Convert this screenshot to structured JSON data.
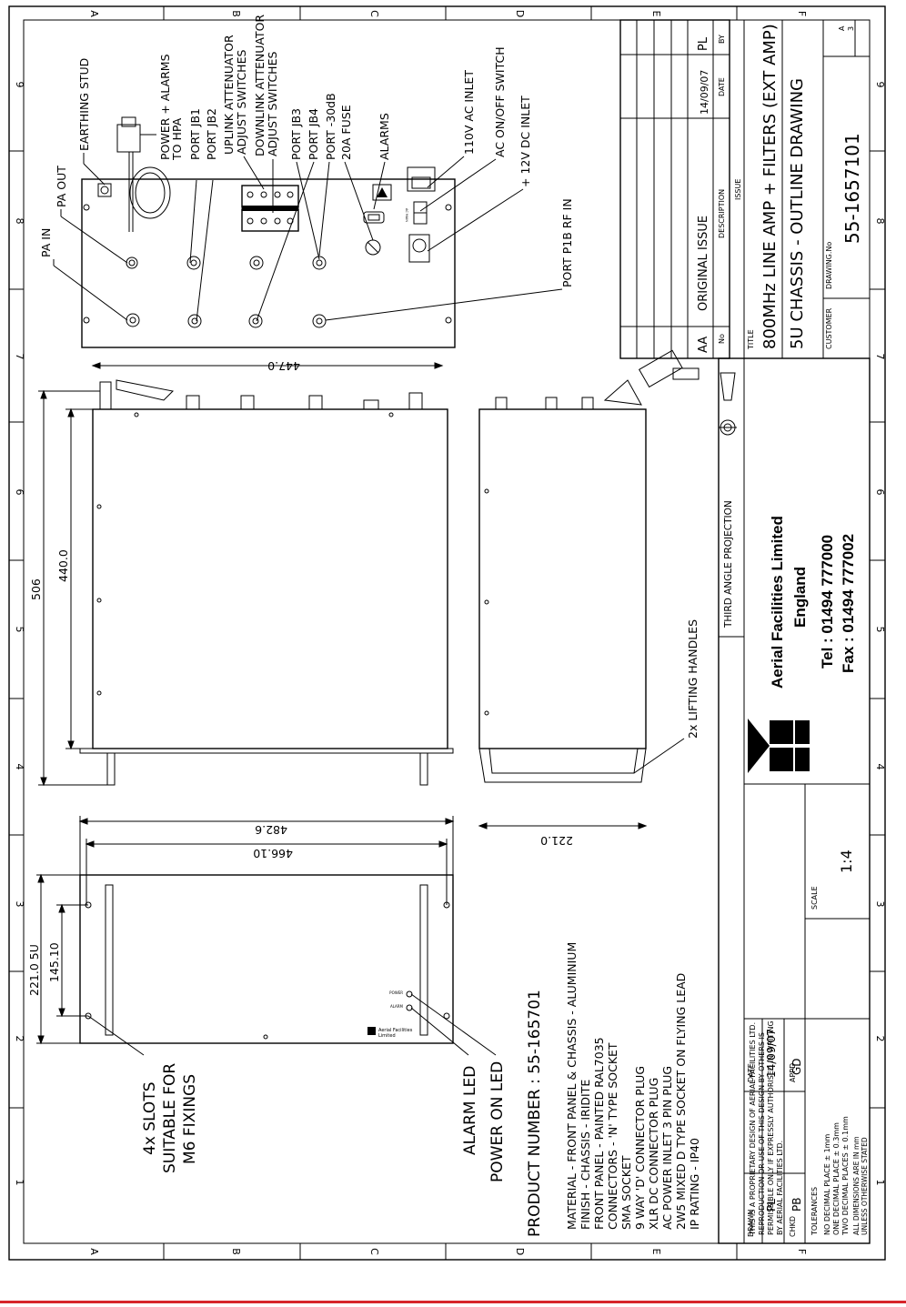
{
  "zone_letters": [
    "A",
    "B",
    "C",
    "D",
    "E",
    "F"
  ],
  "zone_numbers": [
    "1",
    "2",
    "3",
    "4",
    "5",
    "6",
    "7",
    "8",
    "9"
  ],
  "callouts_front": {
    "pa_in": "PA IN",
    "pa_out": "PA OUT",
    "earthing_stud": "EARTHING STUD",
    "power_alarms_1": "POWER + ALARMS",
    "power_alarms_2": "TO HPA",
    "port_jb1": "PORT JB1",
    "port_jb2": "PORT JB2",
    "uplink_1": "UPLINK ATTENUATOR",
    "uplink_2": "ADJUST SWITCHES",
    "downlink_1": "DOWNLINK ATTENUATOR",
    "downlink_2": "ADJUST SWITCHES",
    "port_jb3": "PORT JB3",
    "port_jb4": "PORT JB4",
    "port_30db": "PORT -30dB",
    "fuse": "20A FUSE",
    "alarms": "ALARMS",
    "ac_inlet": "110V AC INLET",
    "ac_switch": "AC ON/OFF SWITCH",
    "dc_inlet": "+ 12V DC INLET",
    "port_p1b": "PORT P1B RF IN"
  },
  "dimensions": {
    "d447": "447.0",
    "d506": "506",
    "d440": "440.0",
    "d482": "482.6",
    "d466": "466.10",
    "d221_5u": "221.0 5U",
    "d145": "145.10",
    "d221": "221.0"
  },
  "notes": {
    "lifting_handles": "2x LIFTING HANDLES",
    "slots_1": "4x SLOTS",
    "slots_2": "SUITABLE FOR",
    "slots_3": "M6 FIXINGS",
    "alarm_led": "ALARM LED",
    "power_led": "POWER ON LED",
    "product_number": "PRODUCT NUMBER : 55-165701",
    "spec_lines": [
      "MATERIAL - FRONT PANEL & CHASSIS - ALUMINIUM",
      "FINISH - CHASSIS - IRIDITE",
      "FRONT PANEL - PAINTED RAL7035",
      "CONNECTORS - 'N' TYPE SOCKET",
      "SMA SOCKET",
      "9 WAY 'D' CONNECTOR PLUG",
      "XLR DC CONNECTOR PLUG",
      "AC POWER INLET 3 PIN PLUG",
      "2W5 MIXED D TYPE SOCKET ON FLYING LEAD",
      "IP RATING - IP40"
    ]
  },
  "panel_small_labels": {
    "earth": "",
    "alarm_led": "ALARM",
    "power_led": "POWER",
    "brand_1": "Aerial Facilities",
    "brand_2": "Limited"
  },
  "revisions": {
    "row_issue": "AA",
    "row_description": "ORIGINAL ISSUE",
    "row_date": "14/09/07",
    "row_by": "PL",
    "head_no": "No",
    "head_description": "DESCRIPTION",
    "head_date": "DATE",
    "head_by": "BY",
    "head_issue": "ISSUE"
  },
  "title_block": {
    "projection": "THIRD ANGLE PROJECTION",
    "company": "Aerial Facilities Limited",
    "country": "England",
    "tel": "Tel : 01494 777000",
    "fax": "Fax : 01494 777002",
    "title_label": "TITLE",
    "title_1": "800MHz LINE AMP + FILTERS (EXT AMP)",
    "title_2": "5U CHASSIS - OUTLINE DRAWING",
    "customer_label": "CUSTOMER",
    "drawing_no_label": "DRAWING.No",
    "drawing_no": "55-1657101",
    "size": "A",
    "size_num": "3",
    "proprietary": [
      "THIS IS A PROPRIETARY DESIGN OF AERIAL FACILITIES LTD.",
      "REPRODUCTION OR USE OF THIS DESIGN BY OTHERS IS",
      "PERMISSIBLE ONLY IF EXPRESSLY AUTHORISED IN WRITING",
      "BY AERIAL FACILITIES LTD."
    ],
    "scale_label": "SCALE",
    "scale": "1:4",
    "tolerances_label": "TOLERANCES",
    "tolerances": [
      "NO DECIMAL PLACE ± 1mm",
      "ONE DECIMAL PLACE ± 0.3mm",
      "TWO DECIMAL PLACES ± 0.1mm"
    ],
    "drawn_label": "DRAWN",
    "drawn": "PL",
    "date_label": "DATE",
    "date": "14/09/07",
    "chkd_label": "CHKD",
    "chkd": "PB",
    "appd_label": "APPD",
    "appd": "GD",
    "units_1": "ALL DIMENSIONS ARE IN mm",
    "units_2": "UNLESS OTHERWISE STATED"
  }
}
